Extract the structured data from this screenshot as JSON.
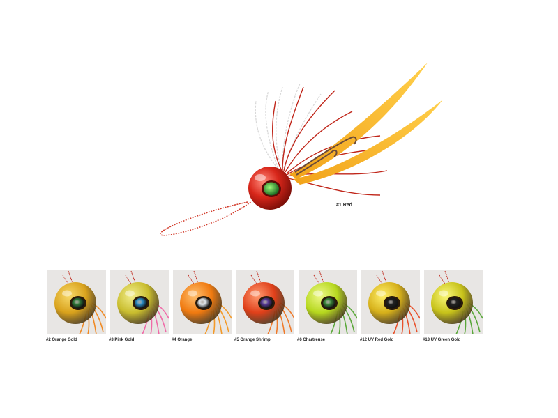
{
  "hero": {
    "label": "#1 Red"
  },
  "variants": [
    {
      "label": "#2 Orange Gold",
      "head_color": "#d9a21c",
      "highlight": "#f7d96a",
      "eye_color": "#2f7a3a",
      "skirt_color": "#f08a24"
    },
    {
      "label": "#3 Pink Gold",
      "head_color": "#c9bd2e",
      "highlight": "#f2ee8e",
      "eye_color": "#2b8fc8",
      "skirt_color": "#f06aa8"
    },
    {
      "label": "#4 Orange",
      "head_color": "#f07a10",
      "highlight": "#ffc070",
      "eye_color": "#dfe6ea",
      "skirt_color": "#f39a2a"
    },
    {
      "label": "#5 Orange Shrimp",
      "head_color": "#e0401a",
      "highlight": "#ff9a70",
      "eye_color": "#5a3b9a",
      "skirt_color": "#f07a2a"
    },
    {
      "label": "#6 Chartreuse",
      "head_color": "#b6d81e",
      "highlight": "#eef88a",
      "eye_color": "#3a8a3a",
      "skirt_color": "#5aa83a"
    },
    {
      "label": "#12 UV Red Gold",
      "head_color": "#d6b01a",
      "highlight": "#fff06a",
      "eye_color": "#222222",
      "skirt_color": "#e8502a"
    },
    {
      "label": "#13 UV Green Gold",
      "head_color": "#c7c21a",
      "highlight": "#fbf87a",
      "eye_color": "#222222",
      "skirt_color": "#5aa83a"
    }
  ]
}
